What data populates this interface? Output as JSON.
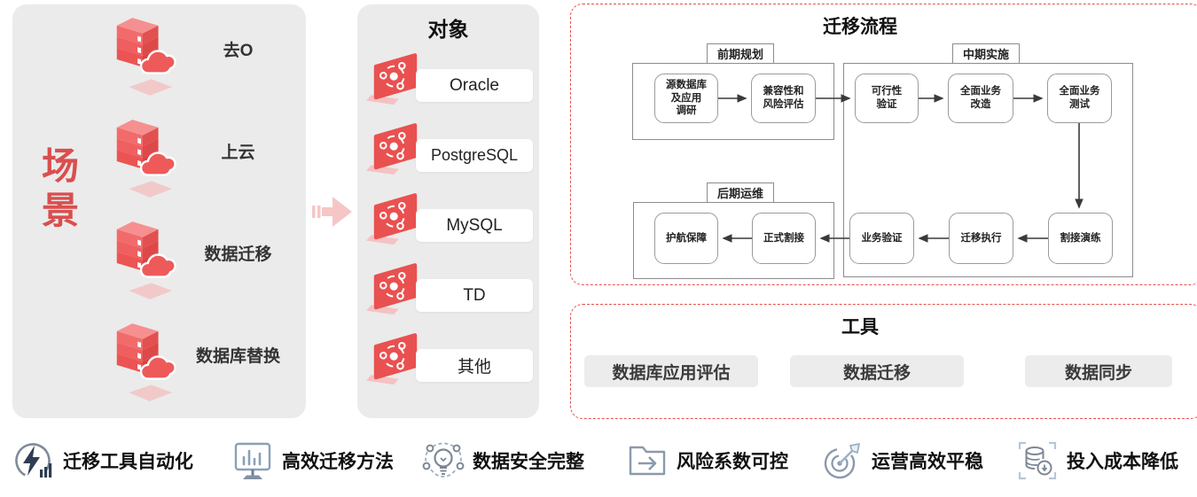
{
  "scenarios": {
    "title": "场景",
    "items": [
      {
        "icon": "server-cloud-icon",
        "label": "去O"
      },
      {
        "icon": "server-cloud-icon",
        "label": "上云"
      },
      {
        "icon": "server-cloud-icon",
        "label": "数据迁移"
      },
      {
        "icon": "server-cloud-icon",
        "label": "数据库替换"
      }
    ]
  },
  "objects": {
    "title": "对象",
    "items": [
      {
        "icon": "database-network-icon",
        "label": "Oracle"
      },
      {
        "icon": "database-network-icon",
        "label": "PostgreSQL"
      },
      {
        "icon": "database-network-icon",
        "label": "MySQL"
      },
      {
        "icon": "database-network-icon",
        "label": "TD"
      },
      {
        "icon": "database-network-icon",
        "label": "其他"
      }
    ]
  },
  "flow": {
    "title": "迁移流程",
    "stages": [
      "前期规划",
      "中期实施",
      "后期运维"
    ],
    "boxes": [
      "源数据库\n及应用\n调研",
      "兼容性和\n风险评估",
      "可行性\n验证",
      "全面业务\n改造",
      "全面业务\n测试",
      "割接演练",
      "迁移执行",
      "业务验证",
      "正式割接",
      "护航保障"
    ]
  },
  "tools": {
    "title": "工具",
    "buttons": [
      "数据库应用评估",
      "数据迁移",
      "数据同步"
    ]
  },
  "features": [
    {
      "icon": "clock-lightning-icon",
      "label": "迁移工具自动化"
    },
    {
      "icon": "monitor-chart-icon",
      "label": "高效迁移方法"
    },
    {
      "icon": "bulb-network-icon",
      "label": "数据安全完整"
    },
    {
      "icon": "folder-arrow-icon",
      "label": "风险系数可控"
    },
    {
      "icon": "target-dart-icon",
      "label": "运营高效平稳"
    },
    {
      "icon": "cost-reduce-icon",
      "label": "投入成本降低"
    }
  ],
  "colors": {
    "accent_red": "#e25150",
    "panel_gray": "#ebebeb",
    "dashed_red": "#e4504e",
    "chip_gray": "#ececec",
    "flow_border": "#8c8c8c",
    "icon_slate": "#8a99ad",
    "icon_dark": "#2f3d52",
    "pink_arrow": "#f6c6c6"
  }
}
